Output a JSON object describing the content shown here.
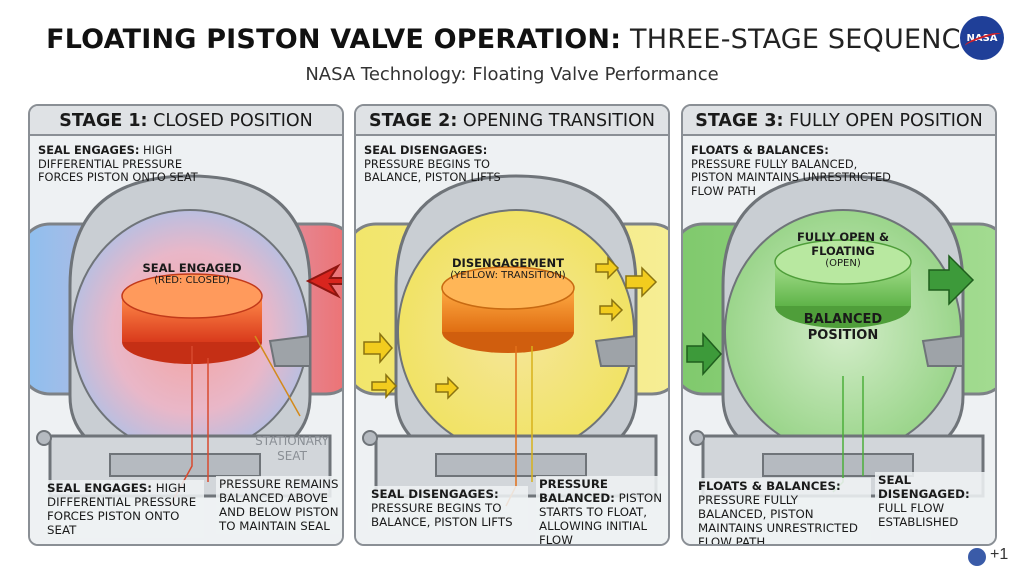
{
  "header": {
    "title_bold": "FLOATING PISTON VALVE OPERATION:",
    "title_rest": "THREE-STAGE SEQUENCE",
    "subtitle": "NASA Technology: Floating Valve Performance",
    "logo_text": "NASA"
  },
  "stages": [
    {
      "head_bold": "STAGE 1:",
      "head_rest": "CLOSED POSITION",
      "top_note_bold": "SEAL ENGAGES:",
      "top_note_rest": "HIGH DIFFERENTIAL PRESSURE FORCES PISTON ONTO SEAT",
      "piston_main": "SEAL ENGAGED",
      "piston_sub": "(RED: CLOSED)",
      "piston_extra": "",
      "stationary_label": "STATIONARY SEAT",
      "note_left_bold": "SEAL ENGAGES:",
      "note_left_rest": "HIGH DIFFERENTIAL PRESSURE FORCES PISTON ONTO SEAT",
      "note_right_bold": "",
      "note_right_rest": "PRESSURE REMAINS BALANCED ABOVE AND BELOW PISTON TO MAINTAIN SEAL",
      "color": "#e8402a"
    },
    {
      "head_bold": "STAGE 2:",
      "head_rest": "OPENING TRANSITION",
      "top_note_bold": "SEAL DISENGAGES:",
      "top_note_rest": "PRESSURE BEGINS TO BALANCE, PISTON LIFTS",
      "piston_main": "DISENGAGEMENT",
      "piston_sub": "(YELLOW: TRANSITION)",
      "piston_extra": "",
      "stationary_label": "",
      "note_left_bold": "SEAL DISENGAGES:",
      "note_left_rest": "PRESSURE BEGINS TO BALANCE, PISTON LIFTS",
      "note_right_bold": "PRESSURE BALANCED:",
      "note_right_rest": "PISTON STARTS TO FLOAT, ALLOWING INITIAL FLOW",
      "color": "#f08a1c"
    },
    {
      "head_bold": "STAGE 3:",
      "head_rest": "FULLY OPEN POSITION",
      "top_note_bold": "FLOATS & BALANCES:",
      "top_note_rest": "PRESSURE FULLY BALANCED, PISTON MAINTAINS UNRESTRICTED FLOW PATH",
      "piston_main": "FULLY OPEN & FLOATING",
      "piston_sub": "(OPEN)",
      "piston_extra": "BALANCED POSITION",
      "stationary_label": "",
      "note_left_bold": "FLOATS & BALANCES:",
      "note_left_rest": "PRESSURE FULLY BALANCED, PISTON MAINTAINS UNRESTRICTED FLOW PATH",
      "note_right_bold": "SEAL DISENGAGED:",
      "note_right_rest": "FULL FLOW ESTABLISHED",
      "color": "#4caf3a"
    }
  ],
  "footer": {
    "plus_text": "+1"
  }
}
